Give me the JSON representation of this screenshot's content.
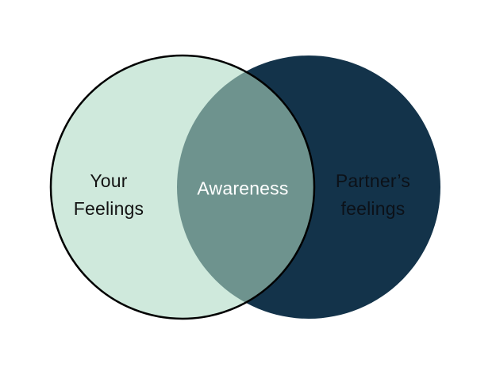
{
  "diagram": {
    "type": "venn",
    "left_circle": {
      "label_line1": "Your",
      "label_line2": "Feelings",
      "fill": "#cfe9dc",
      "stroke": "#000000"
    },
    "right_circle": {
      "label_line1": "Partner’s",
      "label_line2": "feelings",
      "fill": "#13334a"
    },
    "overlap": {
      "label": "Awareness",
      "fill": "#6e938e",
      "text_color": "#ffffff"
    }
  }
}
